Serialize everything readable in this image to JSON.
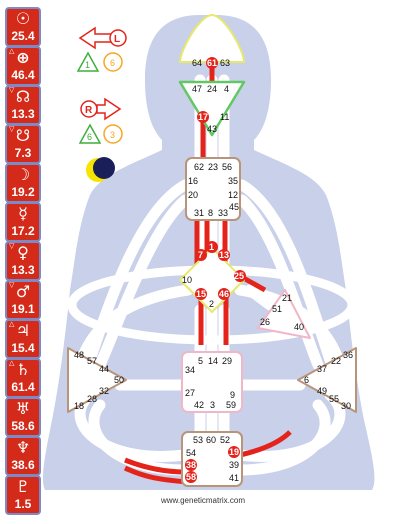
{
  "planets": [
    {
      "symbol": "☉",
      "value": "25.4",
      "marker": ""
    },
    {
      "symbol": "⊕",
      "value": "46.4",
      "marker": "△"
    },
    {
      "symbol": "☊",
      "value": "13.3",
      "marker": "▽"
    },
    {
      "symbol": "☋",
      "value": "7.3",
      "marker": "▽"
    },
    {
      "symbol": "☽",
      "value": "19.2",
      "marker": ""
    },
    {
      "symbol": "☿",
      "value": "17.2",
      "marker": ""
    },
    {
      "symbol": "♀",
      "value": "13.3",
      "marker": "▽"
    },
    {
      "symbol": "♂",
      "value": "19.1",
      "marker": "▽"
    },
    {
      "symbol": "♃",
      "value": "15.4",
      "marker": "△"
    },
    {
      "symbol": "♄",
      "value": "61.4",
      "marker": "△"
    },
    {
      "symbol": "♅",
      "value": "58.6",
      "marker": ""
    },
    {
      "symbol": "♆",
      "value": "38.6",
      "marker": ""
    },
    {
      "symbol": "♇",
      "value": "1.5",
      "marker": ""
    }
  ],
  "variables": {
    "top": {
      "arrow": "L",
      "left": "1",
      "right": "6"
    },
    "bottom": {
      "arrow": "R",
      "left": "6",
      "right": "3"
    }
  },
  "colors": {
    "body": "#c8d0ea",
    "red": "#e4231b",
    "orange": "#f6a623",
    "green": "#3fae3f",
    "head_border": "#e8e86a",
    "ajna_border": "#63c763",
    "tan": "#b8957a",
    "pink": "#f0b7c7"
  },
  "gates": {
    "head": [
      "64",
      "61",
      "63"
    ],
    "ajna": [
      "47",
      "24",
      "4",
      "17",
      "11",
      "43"
    ],
    "throat": [
      "62",
      "23",
      "56",
      "16",
      "35",
      "20",
      "12",
      "31",
      "8",
      "33",
      "45"
    ],
    "g": [
      "7",
      "1",
      "13",
      "10",
      "25",
      "15",
      "46",
      "2"
    ],
    "heart": [
      "21",
      "51",
      "26",
      "40"
    ],
    "spleen": [
      "48",
      "57",
      "44",
      "50",
      "32",
      "28",
      "18"
    ],
    "sacral": [
      "5",
      "14",
      "29",
      "34",
      "27",
      "42",
      "3",
      "9",
      "59"
    ],
    "solar": [
      "6",
      "37",
      "22",
      "36",
      "49",
      "55",
      "30"
    ],
    "root": [
      "53",
      "60",
      "52",
      "54",
      "19",
      "38",
      "39",
      "58",
      "41"
    ]
  },
  "footer": "www.geneticmatrix.com"
}
